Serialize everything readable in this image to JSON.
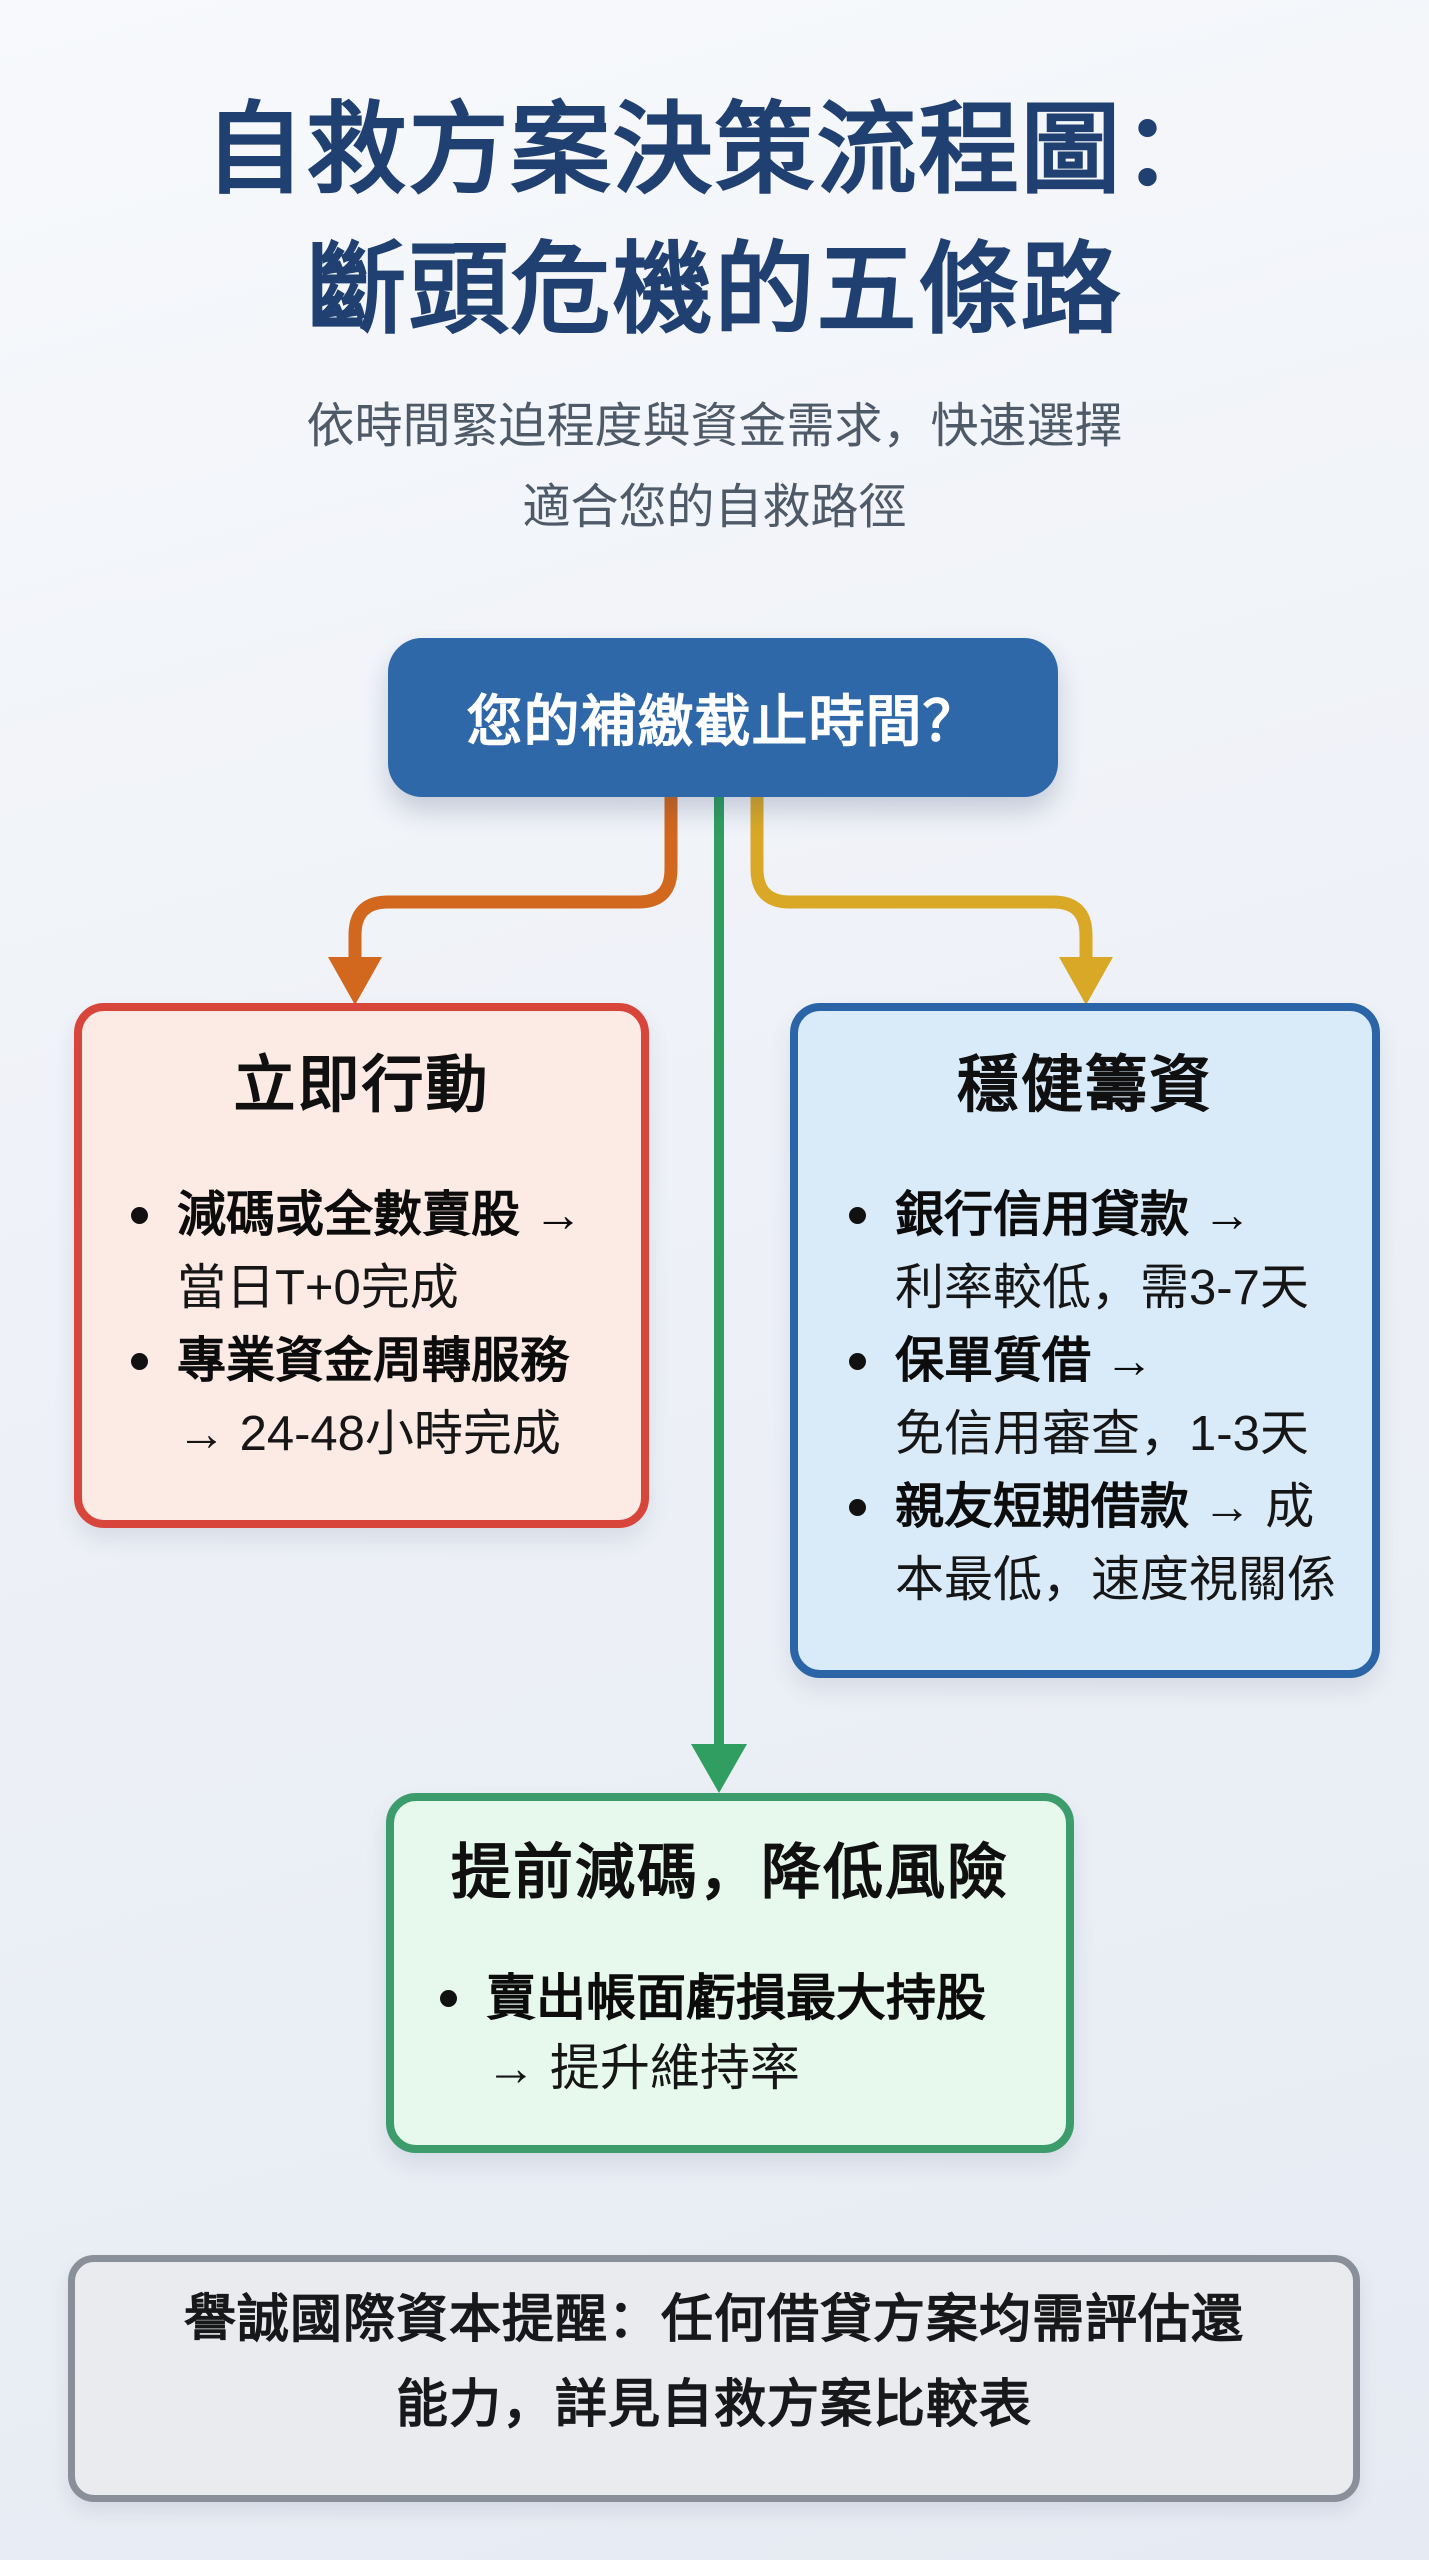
{
  "header": {
    "title_line1": "自救方案決策流程圖：",
    "title_line2": "斷頭危機的五條路",
    "subtitle_line1": "依時間緊迫程度與資金需求，快速選擇",
    "subtitle_line2": "適合您的自救路徑"
  },
  "colors": {
    "title": "#1f4070",
    "subtitle": "#4e5a68",
    "question_fill": "#2e68a9",
    "question_text": "#ffffff",
    "orange": "#d2671e",
    "green": "#2f9e60",
    "yellow": "#d9a827",
    "immediate_border": "#d8453a",
    "immediate_fill": "#fcebe5",
    "steady_border": "#2b65a8",
    "steady_fill": "#d9eaf8",
    "reduce_border": "#3d9c6c",
    "reduce_fill": "#e7f8ed",
    "footer_border": "#8a9099",
    "footer_fill": "#e9ebef"
  },
  "decision": {
    "question": "您的補繳截止時間？"
  },
  "branches": {
    "immediate": {
      "title": "立即行動",
      "bullets": [
        {
          "bold": "減碼或全數賣股 →",
          "tail": "",
          "line2": "當日T+0完成"
        },
        {
          "bold": "專業資金周轉服務",
          "tail": "",
          "line2": "→ 24-48小時完成"
        }
      ]
    },
    "steady": {
      "title": "穩健籌資",
      "bullets": [
        {
          "bold": "銀行信用貸款 →",
          "tail": "",
          "line2": "利率較低，需3-7天"
        },
        {
          "bold": "保單質借 →",
          "tail": "",
          "line2": "免信用審查，1-3天"
        },
        {
          "bold": "親友短期借款",
          "tail": " → 成",
          "line2": "本最低，速度視關係"
        }
      ]
    },
    "reduce": {
      "title": "提前減碼，降低風險",
      "bullets": [
        {
          "bold": "賣出帳面虧損最大持股",
          "tail": "",
          "line2": "→ 提升維持率"
        }
      ]
    }
  },
  "footer": {
    "line1": "譽誠國際資本提醒：任何借貸方案均需評估還",
    "line2": "能力，詳見自救方案比較表"
  }
}
